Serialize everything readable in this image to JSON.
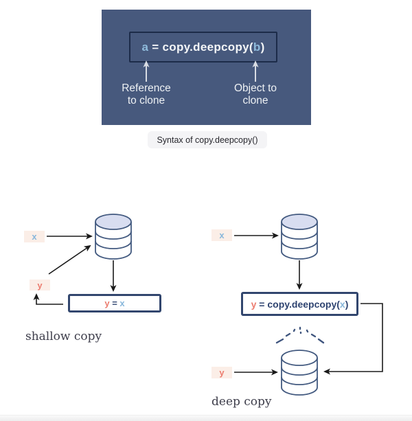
{
  "panel": {
    "code": {
      "lhs": "a",
      "mid": " = copy.deepcopy(",
      "arg": "b",
      "close": ")"
    },
    "left_label": {
      "line1": "Reference",
      "line2": "to clone"
    },
    "right_label": {
      "line1": "Object to",
      "line2": "clone"
    }
  },
  "caption": "Syntax of copy.deepcopy()",
  "shallow": {
    "title": "shallow copy",
    "x_label": "x",
    "y_label": "y",
    "equation": {
      "lhs": "y",
      "op": " = ",
      "arg": "x"
    }
  },
  "deep": {
    "title": "deep copy",
    "x_label": "x",
    "y_label": "y",
    "equation": {
      "lhs": "y",
      "op": " = ",
      "fn": "copy.deepcopy(",
      "arg": "x",
      "close": ")"
    }
  },
  "icons": {
    "database": "database-icon",
    "sparkle": "sparkle-burst-icon",
    "arrow": "arrow-icon"
  },
  "colors": {
    "panel_bg": "#47597d",
    "code_box_border": "#1c2b49",
    "navy": "#2e4370",
    "box_border_navy": "#32466e",
    "salmon": "#ec7d70",
    "light_blue": "#88b7db",
    "label_bg": "#fbeee7",
    "cylinder_fill": "#d8ddf0",
    "cylinder_stroke": "#42597f",
    "arrow_black": "#1a1a1a",
    "arrow_light": "#d9dde4",
    "caption_bg": "#f4f4f6"
  }
}
